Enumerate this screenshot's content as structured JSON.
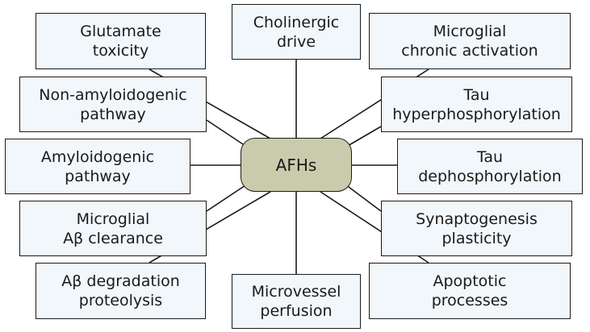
{
  "hub": {
    "label": "AFHs"
  },
  "boxes": {
    "glutamate": "Glutamate\ntoxicity",
    "cholinergic": "Cholinergic\ndrive",
    "microglial_chronic": "Microglial\nchronic activation",
    "non_amyloidogenic": "Non-amyloidogenic\npathway",
    "tau_hyper": "Tau\nhyperphosphorylation",
    "amyloidogenic": "Amyloidogenic\npathway",
    "tau_dephos": "Tau\ndephosphorylation",
    "microglial_ab": "Microglial\nAβ clearance",
    "synaptogenesis": "Synaptogenesis\nplasticity",
    "ab_degradation": "Aβ degradation\nproteolysis",
    "microvessel": "Microvessel\nperfusion",
    "apoptotic": "Apoptotic\nprocesses"
  },
  "colors": {
    "hub_fill": "#c9cbac",
    "box_fill": "#f1f7fb",
    "stroke": "#1a1a1a"
  }
}
